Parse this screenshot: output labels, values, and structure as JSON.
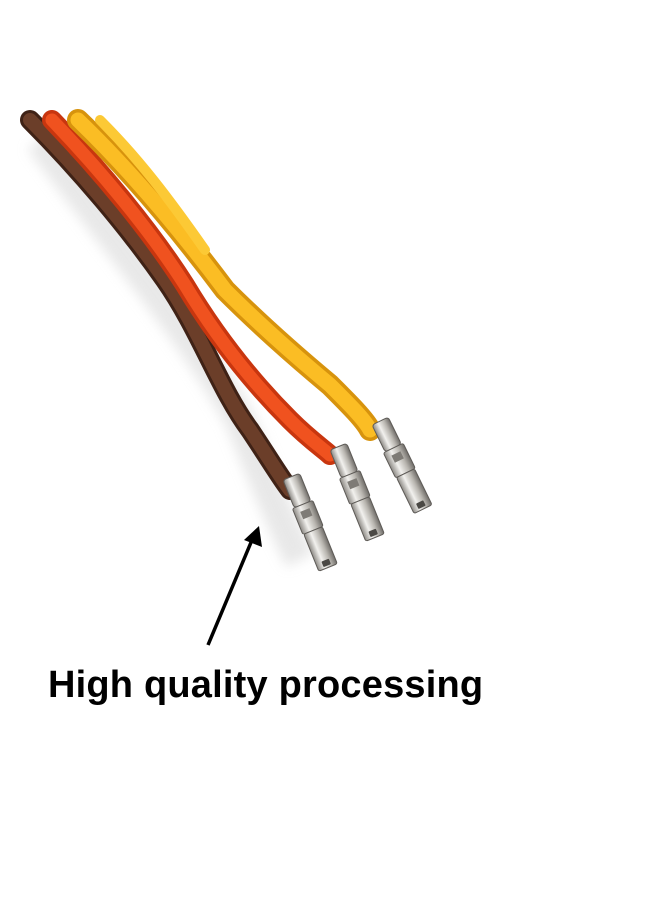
{
  "image": {
    "subject": "three-wire servo cable with crimped female terminals",
    "wires": [
      {
        "name": "brown",
        "color": "#5a3322"
      },
      {
        "name": "red-orange",
        "color": "#ee4a1c"
      },
      {
        "name": "yellow",
        "color": "#f7b418"
      }
    ],
    "terminal_color": "#c9c6c0",
    "background": "#ffffff"
  },
  "annotation": {
    "caption": "High quality processing",
    "arrow": "arrow-up-right"
  }
}
